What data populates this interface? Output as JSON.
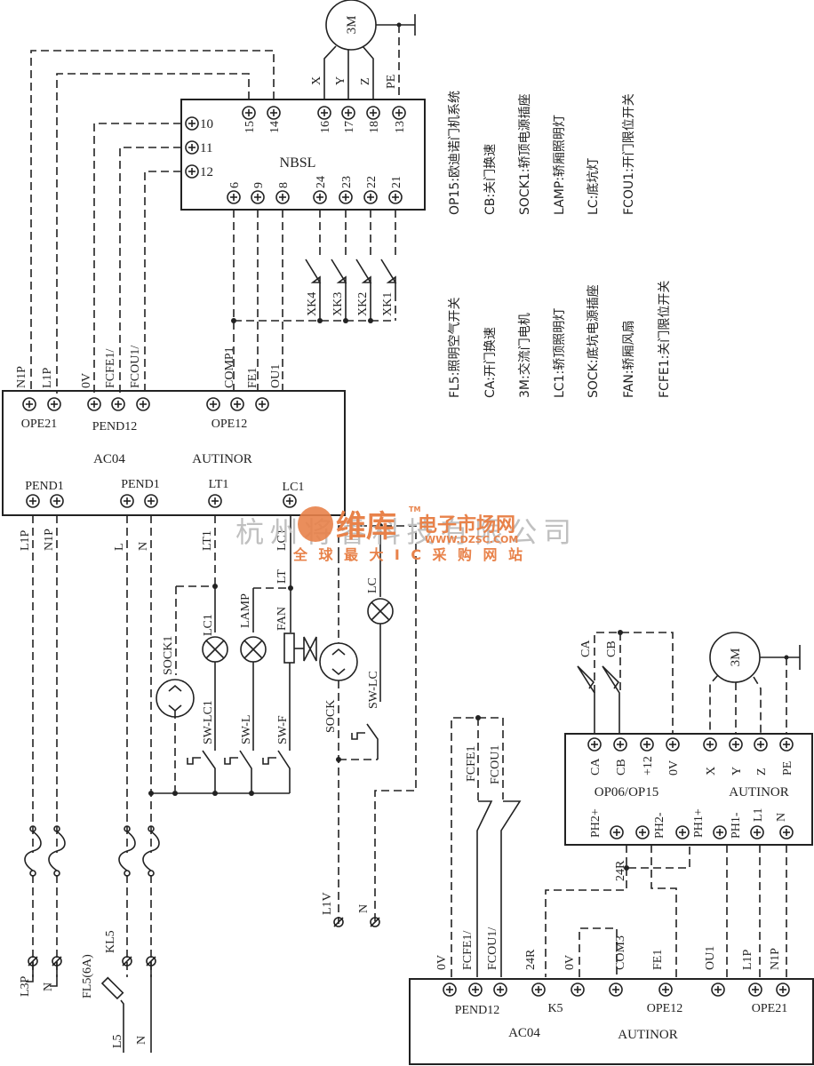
{
  "diagram": {
    "title": "Car/door wiring schematic (AUTINOR)",
    "motor_label": "3M",
    "nbsl": {
      "name": "NBSL",
      "top_terminals": [
        "15",
        "14",
        "16",
        "17",
        "18",
        "13"
      ],
      "motor_wires": [
        "X",
        "Y",
        "Z",
        "PE"
      ],
      "left_terminals": [
        "10",
        "11",
        "12"
      ],
      "bottom_terminals": [
        "6",
        "9",
        "8",
        "24",
        "23",
        "22",
        "21"
      ],
      "limit_switches": [
        "XK4",
        "XK3",
        "XK2",
        "XK1"
      ]
    },
    "ac04_top": {
      "model": "AC04",
      "brand": "AUTINOR",
      "top_wire_labels": [
        "N1P",
        "L1P",
        "0V",
        "FCFE1/",
        "FCOU1/",
        "COMP1",
        "FE1",
        "OU1"
      ],
      "top_groups": [
        "OPE21",
        "PEND12",
        "OPE12"
      ],
      "bottom_groups": [
        "PEND1",
        "PEND1",
        "LT1",
        "LC1"
      ],
      "bottom_wire_labels": [
        "L1P",
        "N1P",
        "L",
        "N",
        "LT1",
        "LC1"
      ]
    },
    "car_devices": {
      "lt_label": "LT",
      "lc1_lamp": "LC1",
      "lamp": "LAMP",
      "fan": "FAN",
      "sock1": "SOCK1",
      "sock": "SOCK",
      "lc_lamp": "LC",
      "switches": [
        "SW-LC1",
        "SW-L",
        "SW-F",
        "SW-LC"
      ]
    },
    "supply": {
      "left_terminals": [
        "L3P",
        "N"
      ],
      "breaker": "FL5(6A)",
      "kl5": "KL5",
      "feed": [
        "L5",
        "N"
      ],
      "pit": [
        "L1V",
        "N"
      ]
    },
    "door_limits": [
      "FCFE1",
      "FCOU1"
    ],
    "op06": {
      "model": "OP06/OP15",
      "brand": "AUTINOR",
      "motor_label": "3M",
      "switches": [
        "CA",
        "CB"
      ],
      "top_terminals": [
        "CA",
        "CB",
        "+12",
        "0V",
        "X",
        "Y",
        "Z",
        "PE"
      ],
      "bottom_terminals": [
        "PH2+",
        "PH2-",
        "PH1+",
        "PH1-",
        "L1",
        "N"
      ],
      "link_label": "24R"
    },
    "ac04_bottom": {
      "model": "AC04",
      "brand": "AUTINOR",
      "wire_labels": [
        "0V",
        "FCFE1/",
        "FCOU1/",
        "24R",
        "0V",
        "COM3",
        "FE1",
        "OU1",
        "L1P",
        "N1P"
      ],
      "groups": [
        "PEND12",
        "K5",
        "OPE12",
        "OPE21"
      ]
    },
    "legend_right": [
      "OP15:欧迪诺门机系统",
      "CB:关门换速",
      "SOCK1:轿顶电源插座",
      "LAMP:轿厢照明灯",
      "LC:底坑灯",
      "FCOU1:开门限位开关"
    ],
    "legend_left": [
      "FL5:照明空气开关",
      "CA:开门换速",
      "3M:交流门电机",
      "LC1:轿顶照明灯",
      "SOCK:底坑电源插座",
      "FAN:轿厢风扇",
      "FCFE1:关门限位开关"
    ],
    "watermark": {
      "company": "杭州将睿科技有限公司",
      "brand": "维库",
      "brand_sub": "电子市场网",
      "tm": "TM",
      "url": "WWW.DZSC.COM",
      "slogan": "全 球 最 大 I C 采 购 网 站",
      "color": "#e8824a"
    }
  }
}
